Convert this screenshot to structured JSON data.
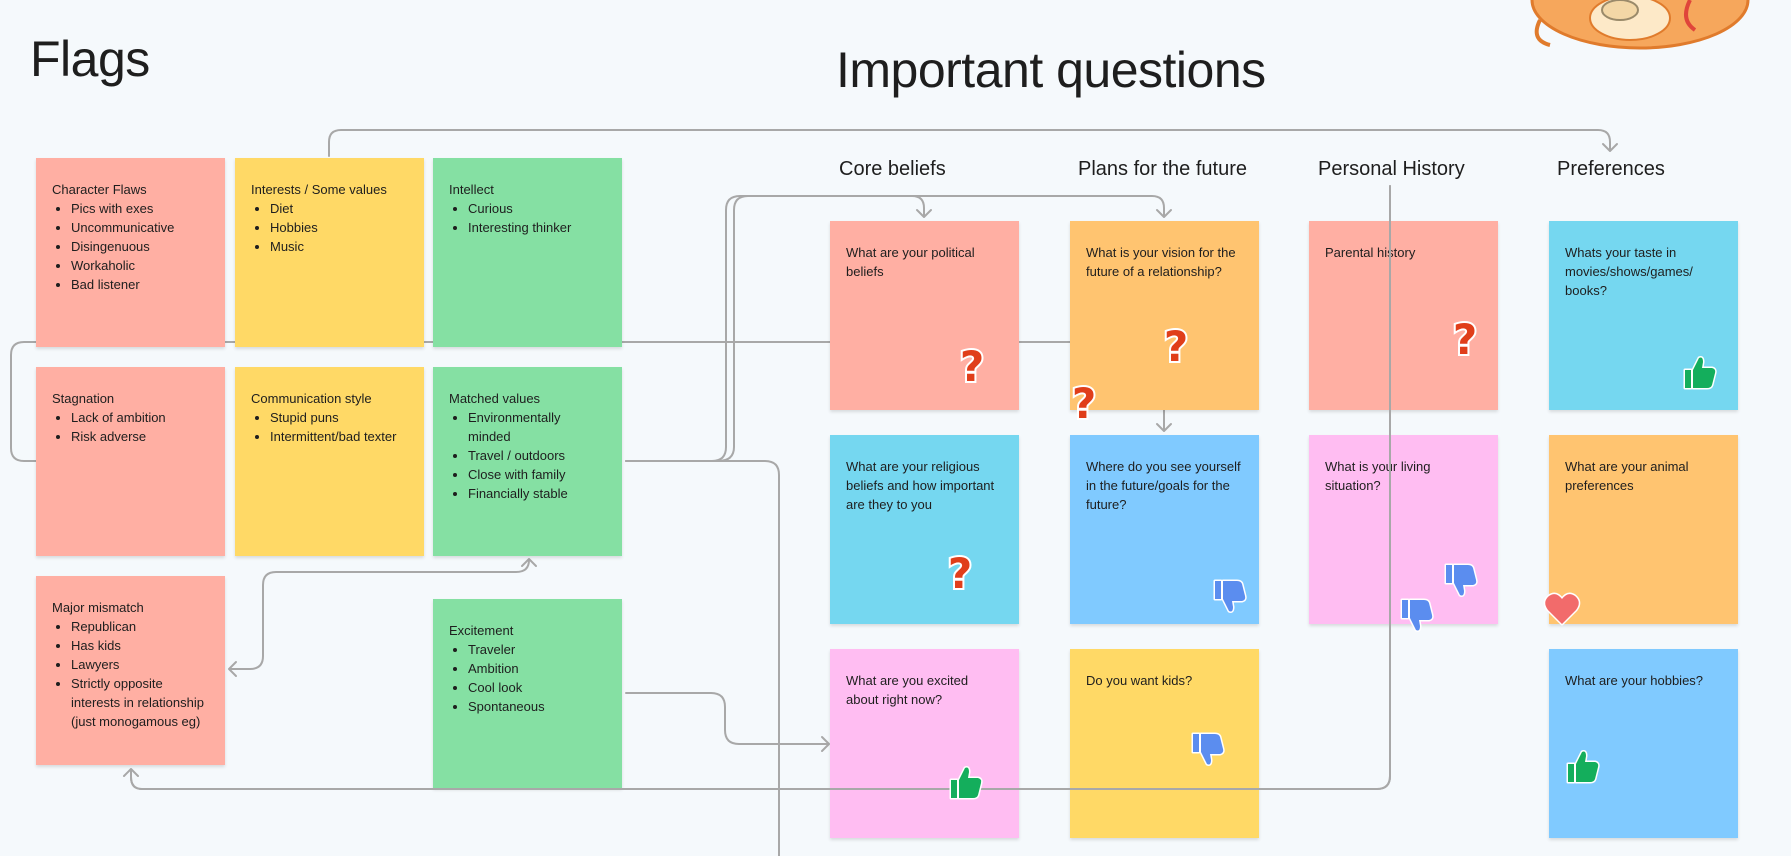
{
  "headings": {
    "flags": "Flags",
    "important_questions": "Important questions"
  },
  "columns": {
    "core_beliefs": "Core beliefs",
    "plans": "Plans for the future",
    "history": "Personal History",
    "preferences": "Preferences"
  },
  "flags": {
    "character_flaws": {
      "title": "Character Flaws",
      "items": [
        "Pics with exes",
        "Uncommunicative",
        "Disingenuous",
        "Workaholic",
        "Bad listener"
      ]
    },
    "interests": {
      "title": "Interests / Some values",
      "items": [
        "Diet",
        "Hobbies",
        "Music"
      ]
    },
    "intellect": {
      "title": "Intellect",
      "items": [
        "Curious",
        "Interesting thinker"
      ]
    },
    "stagnation": {
      "title": "Stagnation",
      "items": [
        "Lack of ambition",
        "Risk adverse"
      ]
    },
    "communication": {
      "title": "Communication style",
      "items": [
        "Stupid puns",
        "Intermittent/bad texter"
      ]
    },
    "matched_values": {
      "title": "Matched values",
      "items": [
        "Environmentally minded",
        "Travel / outdoors",
        "Close with family",
        "Financially stable"
      ]
    },
    "major_mismatch": {
      "title": "Major mismatch",
      "items": [
        "Republican",
        "Has kids",
        "Lawyers",
        "Strictly opposite interests in relationship (just monogamous eg)"
      ]
    },
    "excitement": {
      "title": "Excitement",
      "items": [
        "Traveler",
        "Ambition",
        "Cool look",
        "Spontaneous"
      ]
    }
  },
  "questions": {
    "political": "What are your political beliefs",
    "religious": "What are your religious beliefs and how important are they to you",
    "excited": "What are you excited about right now?",
    "vision": "What is your vision for the future of a relationship?",
    "goals": "Where do you see yourself in the future/goals for the future?",
    "kids": "Do you want kids?",
    "parental": "Parental history",
    "living": "What is your living situation?",
    "taste": "Whats your taste in movies/shows/games/ books?",
    "animals": "What are your animal preferences",
    "hobbies": "What are your hobbies?"
  },
  "colors": {
    "salmon": "#ffafa3",
    "yellow": "#ffd966",
    "green": "#85e0a3",
    "cyan": "#75d7f0",
    "orange": "#ffc470",
    "pink": "#ffbdf2",
    "blue": "#80caff",
    "connector": "#a8a8a8",
    "question_mark": "#e03e1a",
    "thumbs_up": "#14ae5c",
    "thumbs_down": "#5b8def",
    "heart": "#f26b6b"
  },
  "stickers": [
    "question-mark",
    "question-mark",
    "question-mark",
    "question-mark",
    "thumbs-up",
    "thumbs-up",
    "thumbs-up",
    "thumbs-down",
    "thumbs-down",
    "thumbs-down",
    "thumbs-down",
    "heart"
  ]
}
